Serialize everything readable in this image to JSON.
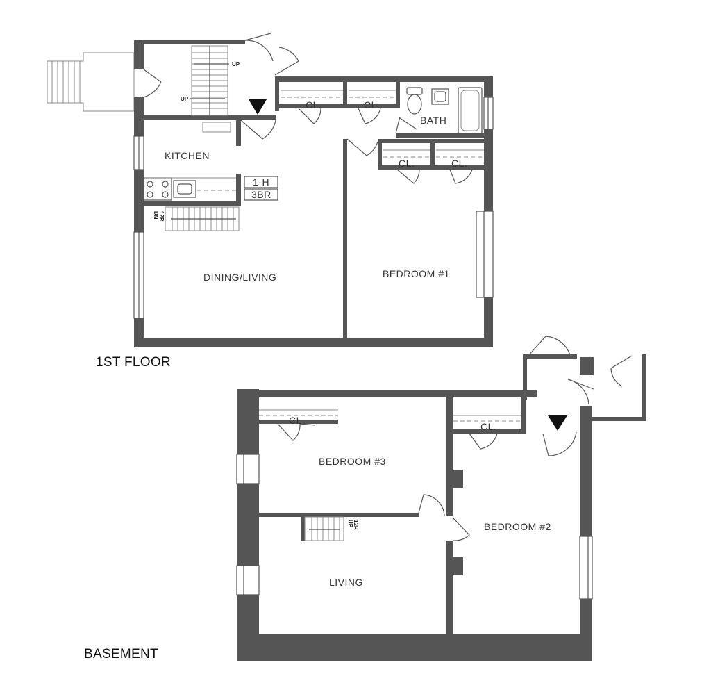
{
  "floors": {
    "first": {
      "title": "1ST FLOOR",
      "rooms": {
        "kitchen": "KITCHEN",
        "dining_living": "DINING/LIVING",
        "bedroom1": "BEDROOM #1",
        "bath": "BATH"
      },
      "closets": [
        "CL.",
        "CL.",
        "CL.",
        "CL."
      ],
      "unit_tag": {
        "unit": "1-H",
        "type": "3BR"
      },
      "stair_labels": {
        "up1": "UP",
        "up2": "UP",
        "down": "DN",
        "down_count": "12R"
      }
    },
    "basement": {
      "title": "BASEMENT",
      "rooms": {
        "bedroom3": "BEDROOM #3",
        "bedroom2": "BEDROOM #2",
        "living": "LIVING"
      },
      "closets": [
        "CL.",
        "CL."
      ],
      "stair_labels": {
        "up": "UP",
        "up_count": "12R"
      }
    }
  },
  "colors": {
    "wall": "#555555",
    "background": "#ffffff",
    "text": "#333333"
  },
  "icons": [
    "entry-arrow-icon",
    "toilet-icon",
    "sink-icon",
    "bathtub-icon",
    "stove-icon"
  ]
}
